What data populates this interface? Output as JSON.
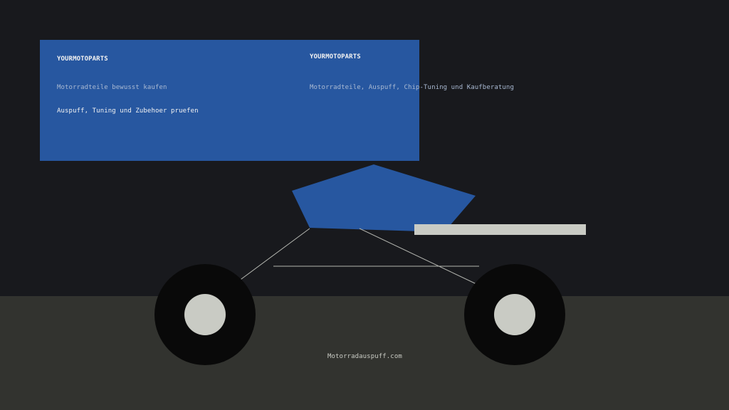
{
  "colors": {
    "background": "#18191d",
    "ground": "#32332f",
    "banner": "#2757a0",
    "tank": "#2757a0",
    "seat": "#c9cbc4",
    "tire": "#090909",
    "hub": "#c9cbc4",
    "frame_line": "#b4b6b0",
    "text_primary": "#f2f2f2",
    "text_muted": "#a9b9d2",
    "footer_text": "#c9cbc4"
  },
  "banner_left": {
    "brand": "YOURMOTOPARTS",
    "tagline": "Motorradteile bewusst kaufen",
    "subline": "Auspuff, Tuning und Zubehoer pruefen"
  },
  "banner_right": {
    "brand": "YOURMOTOPARTS",
    "tagline": "Motorradteile, Auspuff, Chip-Tuning und Kaufberatung"
  },
  "footer": {
    "site": "Motorradauspuff.com"
  }
}
